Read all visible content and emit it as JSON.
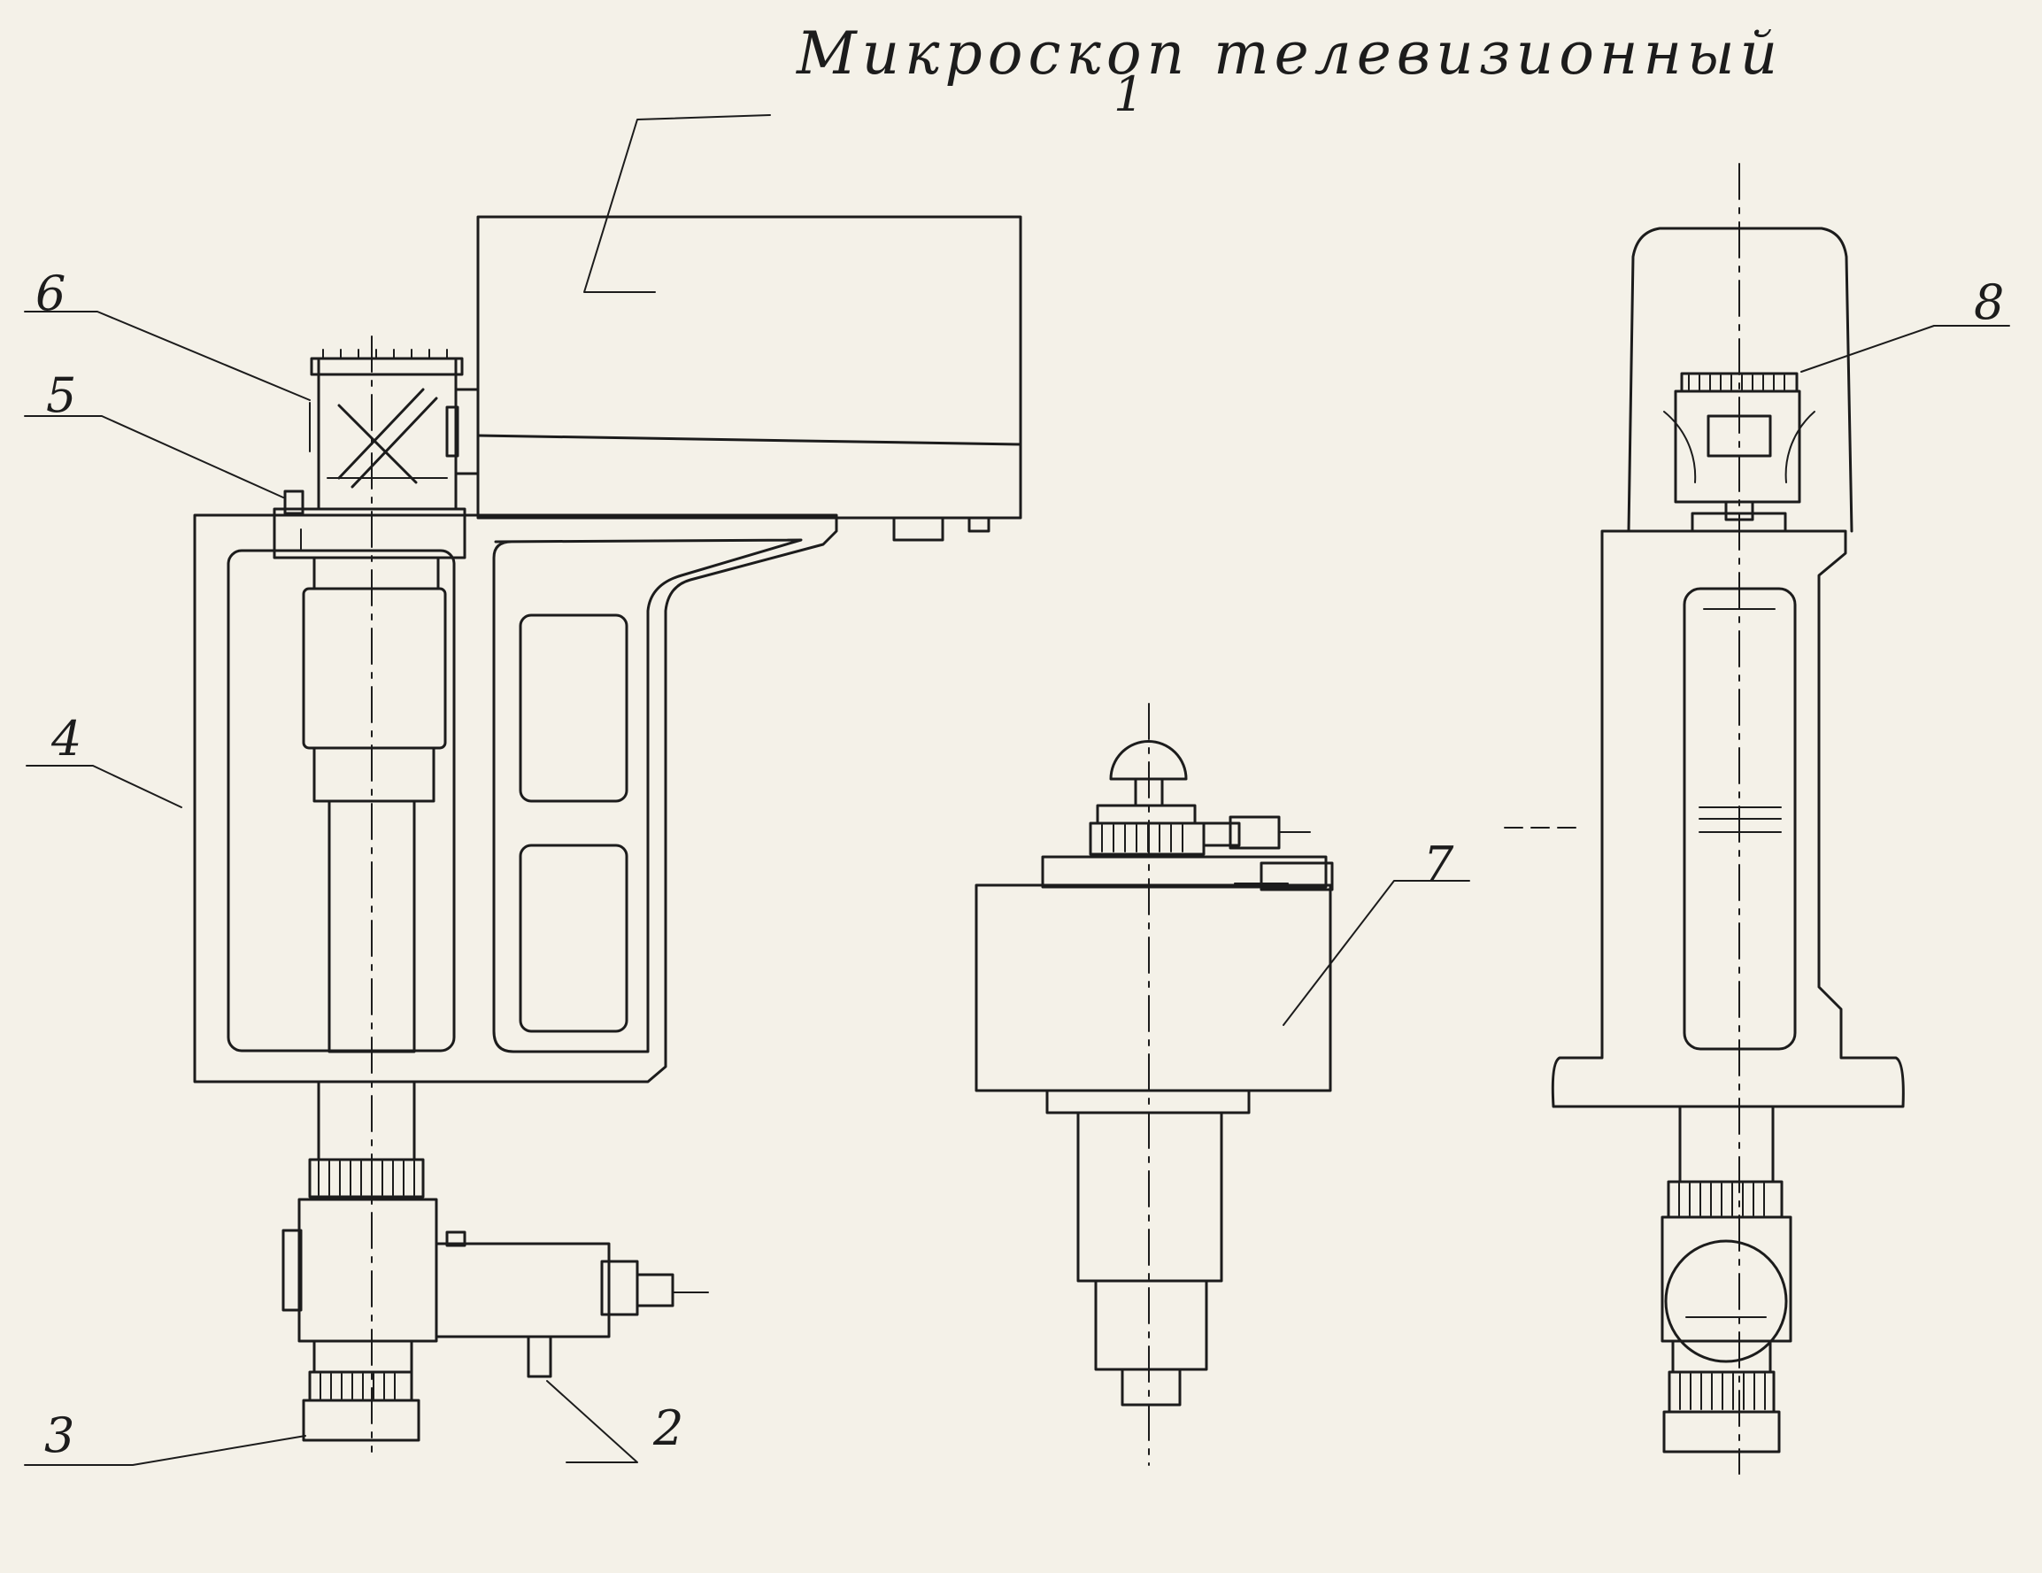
{
  "title": "Микроскоп телевизионный",
  "callouts": {
    "c1": "1",
    "c2": "2",
    "c3": "3",
    "c4": "4",
    "c5": "5",
    "c6": "6",
    "c7": "7",
    "c8": "8"
  },
  "colors": {
    "paper": "#f4f1e8",
    "ink": "#1c1c1c"
  }
}
